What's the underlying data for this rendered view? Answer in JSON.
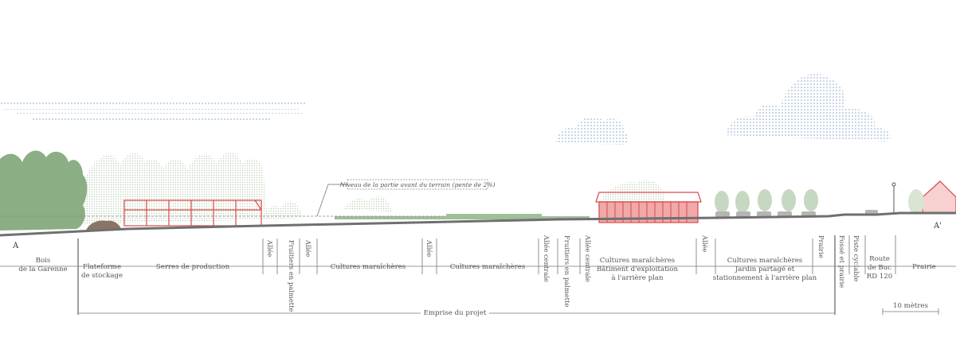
{
  "section_points": {
    "start": "A",
    "end": "A'"
  },
  "zones": [
    {
      "id": "bois",
      "lines": [
        "Bois",
        "de la Garenne"
      ]
    },
    {
      "id": "plateforme",
      "lines": [
        "Flateforme",
        "de stockage"
      ]
    },
    {
      "id": "serres",
      "lines": [
        "Serres de production"
      ]
    },
    {
      "id": "cultures-1",
      "lines": [
        "Cultures maraîchères"
      ]
    },
    {
      "id": "cultures-2",
      "lines": [
        "Cultures maraîchères"
      ]
    },
    {
      "id": "cultures-3",
      "lines": [
        "Cultures maraîchères",
        "Bâtiment d'exploitation",
        "à l'arrière plan"
      ]
    },
    {
      "id": "cultures-4",
      "lines": [
        "Cultures maraîchères",
        "Jardin partagé et",
        "stationnement à l'arrière plan"
      ]
    },
    {
      "id": "route",
      "lines": [
        "Route",
        "de Buc",
        "RD 120"
      ]
    },
    {
      "id": "prairie-2",
      "lines": [
        "Prairie"
      ]
    }
  ],
  "vertical_labels": {
    "allee_1": "Allée",
    "fruitiers_1": "Fruitiers en palmette",
    "allee_2": "Allée",
    "allee_3": "Allée",
    "allee_centrale_1": "Allée centrale",
    "fruitiers_2": "Fruitiers en palmette",
    "allee_centrale_2": "Allée centrale",
    "allee_4": "Allée",
    "prairie_1": "Prairie",
    "fosse": "Fossé et prairie",
    "piste": "Piste cyclable"
  },
  "annotation": "Niveau de la partie avant du terrain (pente de 2%)",
  "emprise_label": "Emprise du projet",
  "scale_label": "10 mètres",
  "colors": {
    "building": "#d94a4a",
    "tree_foreground": "#7fa57a",
    "tree_background": "#c9d9c4",
    "sky_dots": "#9fb8d6",
    "ground": "#6f6f6f",
    "dimension_lines": "#777777"
  }
}
